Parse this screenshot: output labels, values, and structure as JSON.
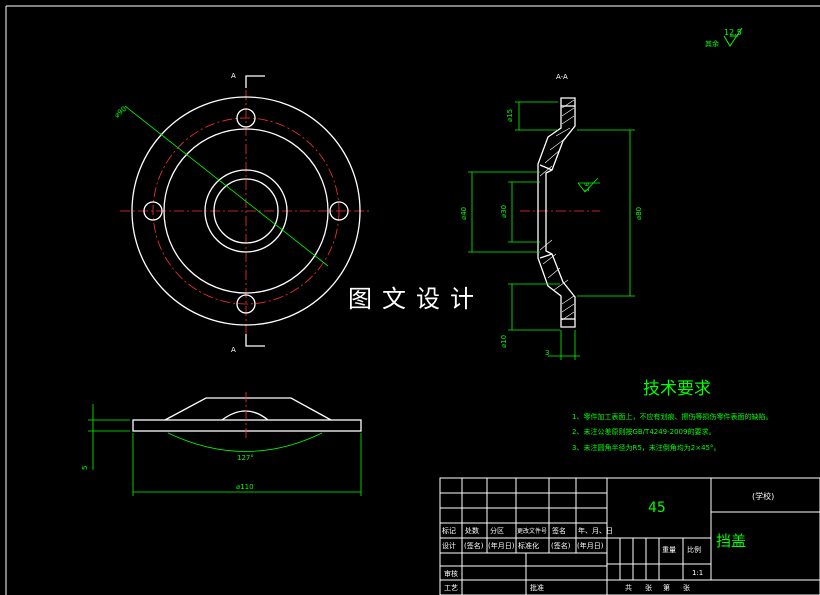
{
  "surface_roughness": {
    "value": "12.5",
    "label": "其余"
  },
  "views": {
    "front": {
      "section_marks": [
        "A",
        "A"
      ],
      "dims": {
        "outer_diameter": "⌀90"
      }
    },
    "section": {
      "title": "A-A",
      "dims": {
        "d15": "⌀15",
        "d40": "⌀40",
        "d30": "⌀30",
        "d80": "⌀80",
        "d10": "⌀10",
        "thickness": "3",
        "roughness": "1.6"
      }
    },
    "bottom": {
      "dims": {
        "width": "⌀110",
        "height": "5",
        "angle": "127°"
      }
    }
  },
  "watermark": "图文设计",
  "tech_requirements": {
    "title": "技术要求",
    "items": [
      "1、零件加工表面上，不应有划痕、擦伤等损伤零件表面的缺陷。",
      "2、未注公差原则按GB/T4249-2009的要求。",
      "3、未注圆角半径为R5，未注倒角均为2×45°。"
    ]
  },
  "title_block": {
    "material": "45",
    "school": "(学校)",
    "part_name": "挡盖",
    "headers": [
      "标记",
      "处数",
      "分区",
      "更改文件号",
      "签名",
      "年、月、日"
    ],
    "row2": [
      "设计",
      "(签名)",
      "(年月日)",
      "标准化",
      "(签名)",
      "(年月日)"
    ],
    "review": "审核",
    "process": "工艺",
    "approve": "批准",
    "weight": "重量",
    "scale": "比例",
    "scale_value": "1:1",
    "sheets": [
      "共",
      "张",
      "第",
      "张"
    ]
  },
  "colors": {
    "outline": "#ffffff",
    "centerline": "#ff3030",
    "dimension": "#00ff00",
    "text": "#00ff00",
    "hatch": "#ffffff"
  }
}
